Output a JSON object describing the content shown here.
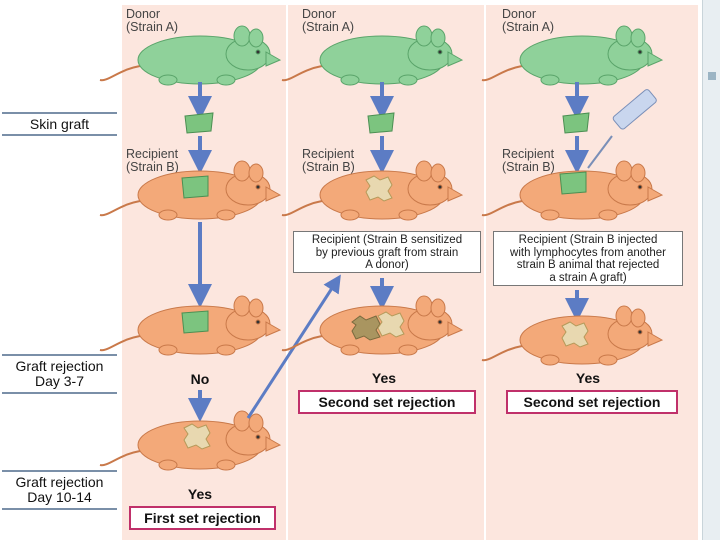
{
  "row_labels": {
    "skin_graft": "Skin graft",
    "rejection_1": {
      "line1": "Graft rejection",
      "line2": "Day 3-7"
    },
    "rejection_2": {
      "line1": "Graft rejection",
      "line2": "Day 10-14"
    }
  },
  "columns": [
    {
      "donor": {
        "line1": "Donor",
        "line2": "(Strain A)"
      },
      "recipient": {
        "line1": "Recipient",
        "line2": "(Strain B)"
      },
      "answer_early": "No",
      "answer_late": "Yes",
      "result": "First set rejection"
    },
    {
      "donor": {
        "line1": "Donor",
        "line2": "(Strain A)"
      },
      "recipient": {
        "line1": "Recipient",
        "line2": "(Strain B)"
      },
      "box": {
        "line1": "Recipient (Strain B sensitized",
        "line2": "by previous graft from strain",
        "line3": "A donor)"
      },
      "answer": "Yes",
      "result": "Second set rejection"
    },
    {
      "donor": {
        "line1": "Donor",
        "line2": "(Strain A)"
      },
      "recipient": {
        "line1": "Recipient",
        "line2": "(Strain B)"
      },
      "box": {
        "line1": "Recipient (Strain B injected",
        "line2": "with lymphocytes from another",
        "line3": "strain B animal that rejected",
        "line4": "a strain A graft)"
      },
      "answer": "Yes",
      "result": "Second set rejection"
    }
  ],
  "colors": {
    "donor_mouse": "#8fd19a",
    "recipient_mouse": "#f3a979",
    "graft": "#7cc47f",
    "rejected_graft": "#e8d8b0",
    "arrow": "#5c7cc4",
    "result_border": "#c0306a",
    "panel": "#fce6de"
  }
}
